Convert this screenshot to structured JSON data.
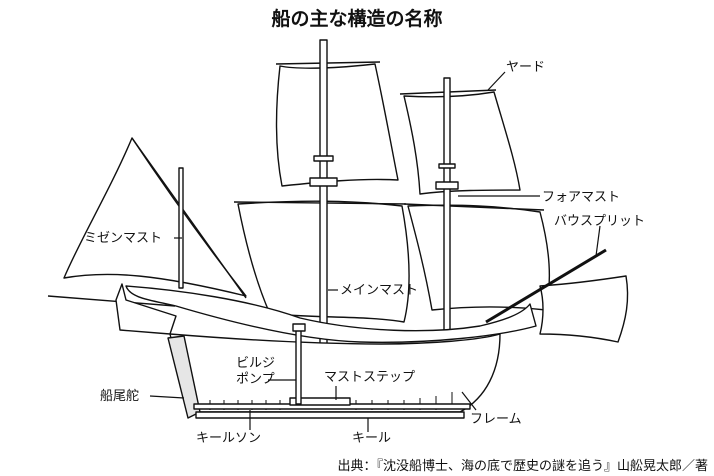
{
  "title": "船の主な構造の名称",
  "labels": {
    "yard": "ヤード",
    "foremast": "フォアマスト",
    "bowsprit": "バウスプリット",
    "mizzenmast": "ミゼンマスト",
    "mainmast": "メインマスト",
    "bilge_pump_line1": "ビルジ",
    "bilge_pump_line2": "ポンプ",
    "mast_step": "マストステップ",
    "rudder": "船尾舵",
    "frame": "フレーム",
    "keelson": "キールソン",
    "keel": "キール"
  },
  "source": "出典：『沈没船博士、海の底で歴史の謎を追う』山舩晃太郎／著"
}
